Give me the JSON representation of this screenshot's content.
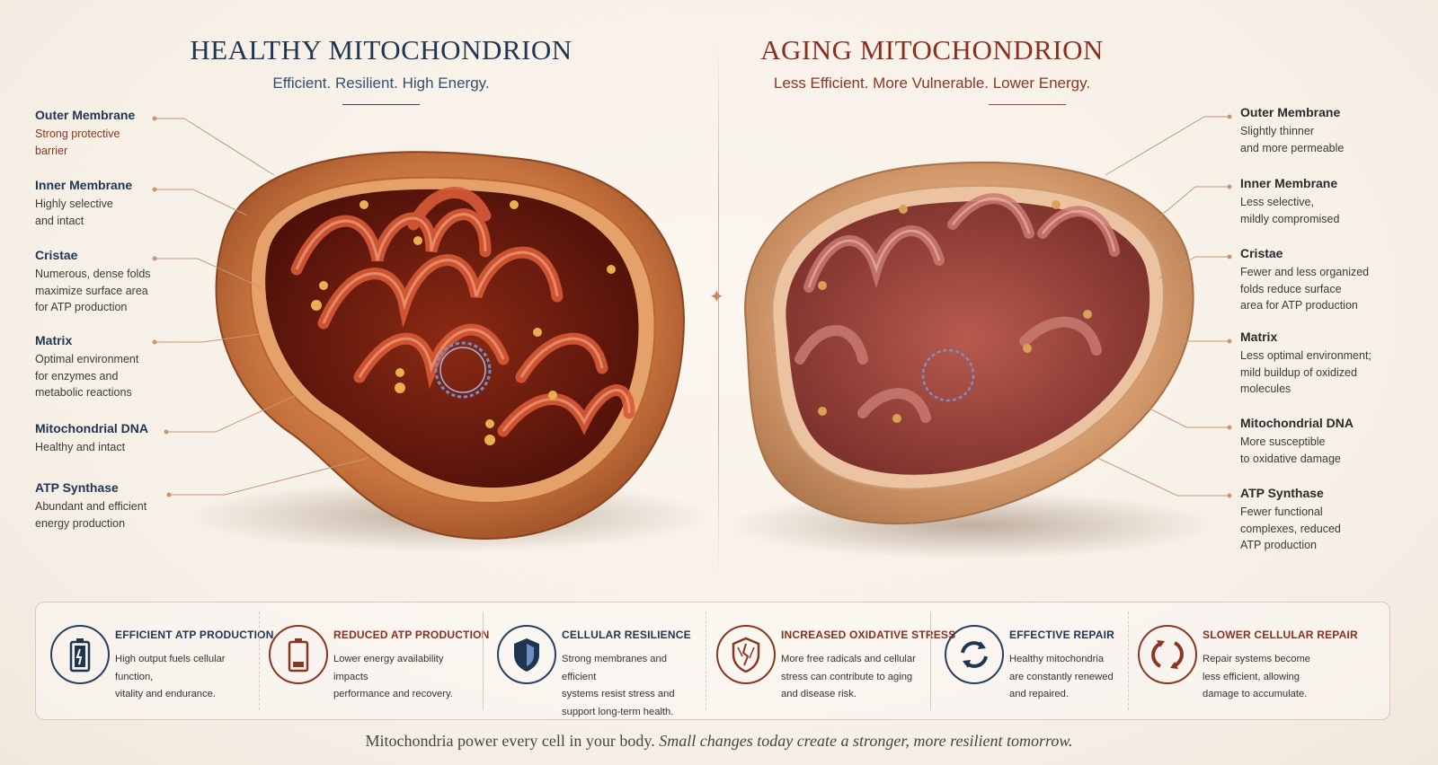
{
  "healthy": {
    "title": "HEALTHY MITOCHONDRION",
    "subtitle": "Efficient. Resilient. High Energy.",
    "labels": [
      {
        "title": "Outer Membrane",
        "desc": "Strong protective\nbarrier"
      },
      {
        "title": "Inner Membrane",
        "desc": "Highly selective\nand intact"
      },
      {
        "title": "Cristae",
        "desc": "Numerous, dense folds\nmaximize surface area\nfor ATP production"
      },
      {
        "title": "Matrix",
        "desc": "Optimal environment\nfor enzymes and\nmetabolic reactions"
      },
      {
        "title": "Mitochondrial DNA",
        "desc": "Healthy and intact"
      },
      {
        "title": "ATP Synthase",
        "desc": "Abundant and efficient\nenergy production"
      }
    ]
  },
  "aging": {
    "title": "AGING MITOCHONDRION",
    "subtitle": "Less Efficient. More Vulnerable. Lower Energy.",
    "labels": [
      {
        "title": "Outer Membrane",
        "desc": "Slightly thinner\nand more permeable"
      },
      {
        "title": "Inner Membrane",
        "desc": "Less selective,\nmildly compromised"
      },
      {
        "title": "Cristae",
        "desc": "Fewer and less organized\nfolds reduce surface\narea for ATP production"
      },
      {
        "title": "Matrix",
        "desc": "Less optimal environment;\nmild buildup of oxidized\nmolecules"
      },
      {
        "title": "Mitochondrial DNA",
        "desc": "More susceptible\nto oxidative damage"
      },
      {
        "title": "ATP Synthase",
        "desc": "Fewer functional\ncomplexes, reduced\nATP production"
      }
    ]
  },
  "features": [
    {
      "title": "EFFICIENT ATP PRODUCTION",
      "desc": "High output fuels cellular function,\nvitality and endurance.",
      "icon": "battery-full-icon",
      "color": "#1f3552"
    },
    {
      "title": "REDUCED ATP PRODUCTION",
      "desc": "Lower energy availability impacts\nperformance and recovery.",
      "icon": "battery-low-icon",
      "color": "#8a3621"
    },
    {
      "title": "CELLULAR RESILIENCE",
      "desc": "Strong membranes and efficient\nsystems resist stress and\nsupport long-term health.",
      "icon": "shield-icon",
      "color": "#1f3552"
    },
    {
      "title": "INCREASED OXIDATIVE STRESS",
      "desc": "More free radicals and cellular\nstress can contribute to aging\nand disease risk.",
      "icon": "cracked-shield-icon",
      "color": "#8a3621"
    },
    {
      "title": "EFFECTIVE REPAIR",
      "desc": "Healthy mitochondria\nare constantly renewed\nand repaired.",
      "icon": "refresh-icon",
      "color": "#1f3552"
    },
    {
      "title": "SLOWER CELLULAR REPAIR",
      "desc": "Repair systems become\nless efficient, allowing\ndamage to accumulate.",
      "icon": "slow-refresh-icon",
      "color": "#8a3621"
    }
  ],
  "footer": {
    "main": "Mitochondria power every cell in your body.",
    "italic": "Small changes today create a stronger, more resilient tomorrow."
  }
}
